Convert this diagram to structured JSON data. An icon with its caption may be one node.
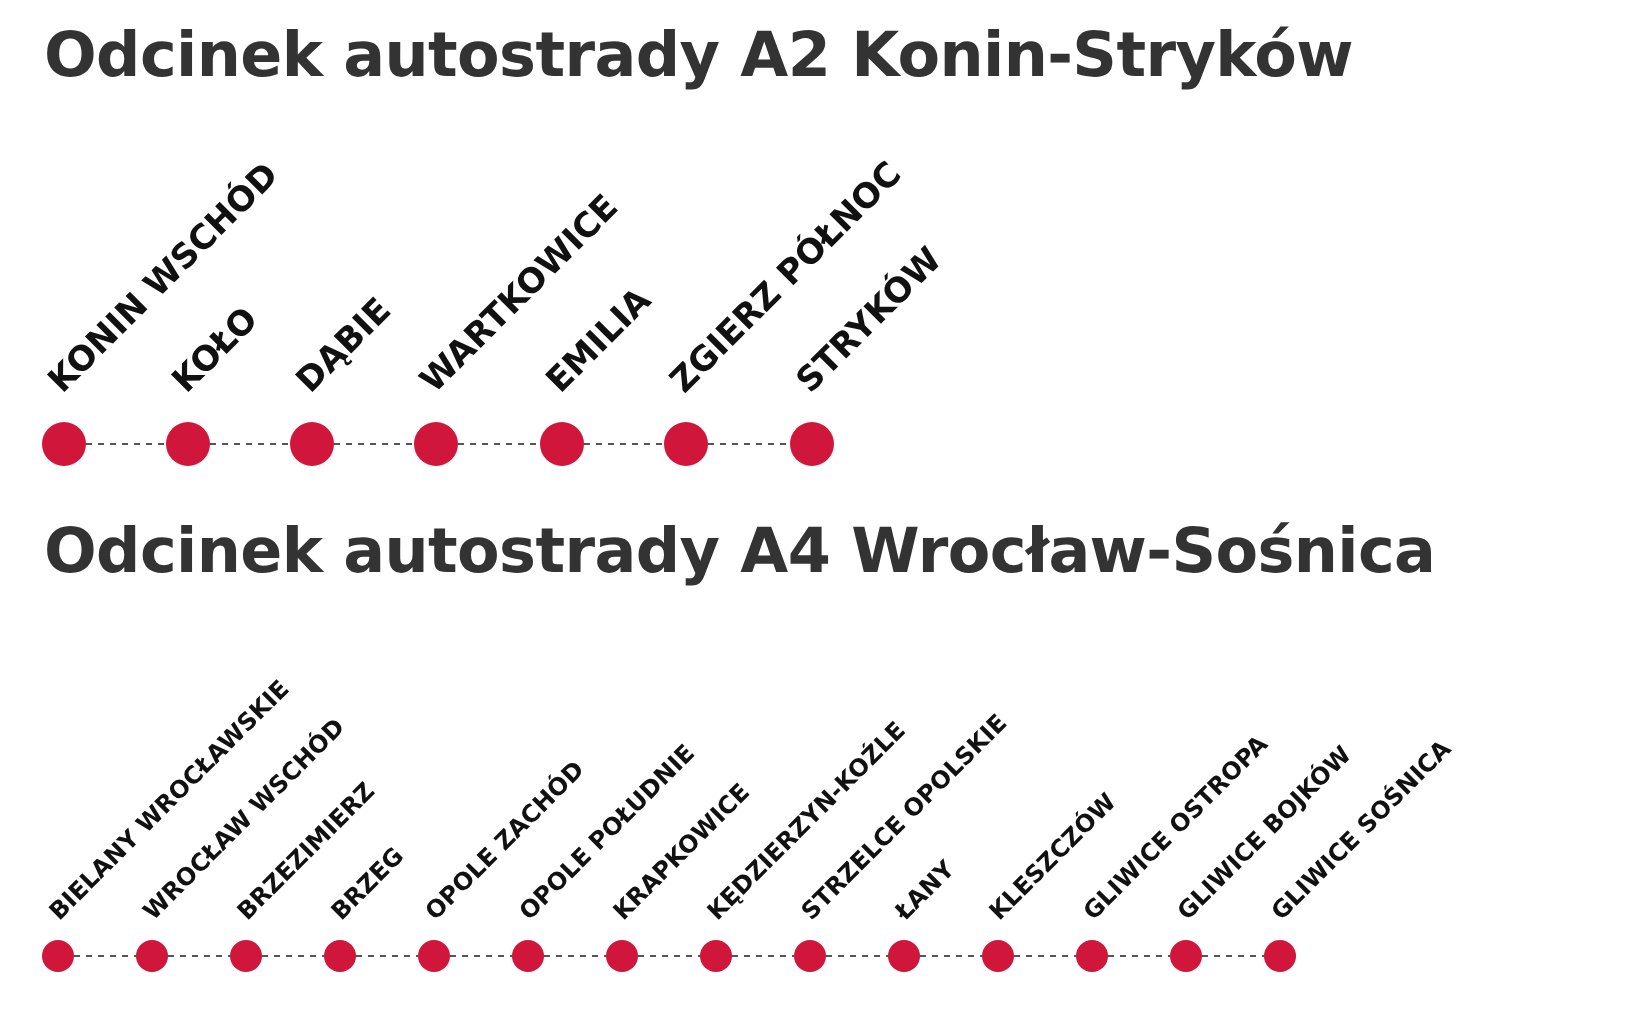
{
  "diagram": {
    "nodes": [
      {
        "text": [
          "KONIN WSCHÓD"
        ]
      },
      {
        "text": [
          "KOŁO"
        ]
      },
      {
        "text": [
          "DĄBIE"
        ]
      },
      {
        "text": [
          "WARTKOWICE"
        ]
      },
      {
        "text": [
          "EMILIA"
        ]
      },
      {
        "text": [
          "ZGIERZ PÓŁNOC"
        ]
      },
      {
        "text": [
          "STRYKÓW"
        ]
      },
      {
        "text": [
          "BIELANY WROCŁAWSKIE"
        ]
      },
      {
        "text": [
          "WROCŁAW WSCHÓD"
        ]
      },
      {
        "text": [
          "BRZEZIMIERZ"
        ]
      },
      {
        "text": [
          "BRZEG"
        ]
      },
      {
        "text": [
          "OPOLE ZACHÓD"
        ]
      },
      {
        "text": [
          "OPOLE POŁUDNIE"
        ]
      },
      {
        "text": [
          "KRAPKOWICE"
        ]
      },
      {
        "text": [
          "KĘDZIERZYN-KOŹLE"
        ]
      },
      {
        "text": [
          "STRZELCE OPOLSKIE"
        ]
      },
      {
        "text": [
          "ŁANY"
        ]
      },
      {
        "text": [
          "KLESZCZÓW"
        ]
      },
      {
        "text": [
          "GLIWICE OSTROPA"
        ]
      },
      {
        "text": [
          "GLIWICE BOJKÓW"
        ]
      },
      {
        "text": [
          "GLIWICE SOŚNICA"
        ]
      }
    ],
    "edges": [
      {
        "from": 0,
        "to": 1,
        "arrow": "none",
        "style": "dashed"
      },
      {
        "from": 1,
        "to": 2,
        "arrow": "none",
        "style": "dashed"
      },
      {
        "from": 2,
        "to": 3,
        "arrow": "none",
        "style": "dashed"
      },
      {
        "from": 3,
        "to": 4,
        "arrow": "none",
        "style": "dashed"
      },
      {
        "from": 4,
        "to": 5,
        "arrow": "none",
        "style": "dashed"
      },
      {
        "from": 5,
        "to": 6,
        "arrow": "none",
        "style": "dashed"
      },
      {
        "from": 7,
        "to": 8,
        "arrow": "none",
        "style": "dashed"
      },
      {
        "from": 8,
        "to": 9,
        "arrow": "none",
        "style": "dashed"
      },
      {
        "from": 9,
        "to": 10,
        "arrow": "none",
        "style": "dashed"
      },
      {
        "from": 10,
        "to": 11,
        "arrow": "none",
        "style": "dashed"
      },
      {
        "from": 11,
        "to": 12,
        "arrow": "none",
        "style": "dashed"
      },
      {
        "from": 12,
        "to": 13,
        "arrow": "none",
        "style": "dashed"
      },
      {
        "from": 13,
        "to": 14,
        "arrow": "none",
        "style": "dashed"
      },
      {
        "from": 14,
        "to": 15,
        "arrow": "none",
        "style": "dashed"
      },
      {
        "from": 15,
        "to": 16,
        "arrow": "none",
        "style": "dashed"
      },
      {
        "from": 16,
        "to": 17,
        "arrow": "none",
        "style": "dashed"
      },
      {
        "from": 17,
        "to": 18,
        "arrow": "none",
        "style": "dashed"
      },
      {
        "from": 18,
        "to": 19,
        "arrow": "none",
        "style": "dashed"
      },
      {
        "from": 19,
        "to": 20,
        "arrow": "none",
        "style": "dashed"
      }
    ],
    "labels": [
      "Odcinek autostrady A2 Konin-Stryków",
      "Odcinek autostrady A4 Wrocław-Sośnica"
    ]
  }
}
